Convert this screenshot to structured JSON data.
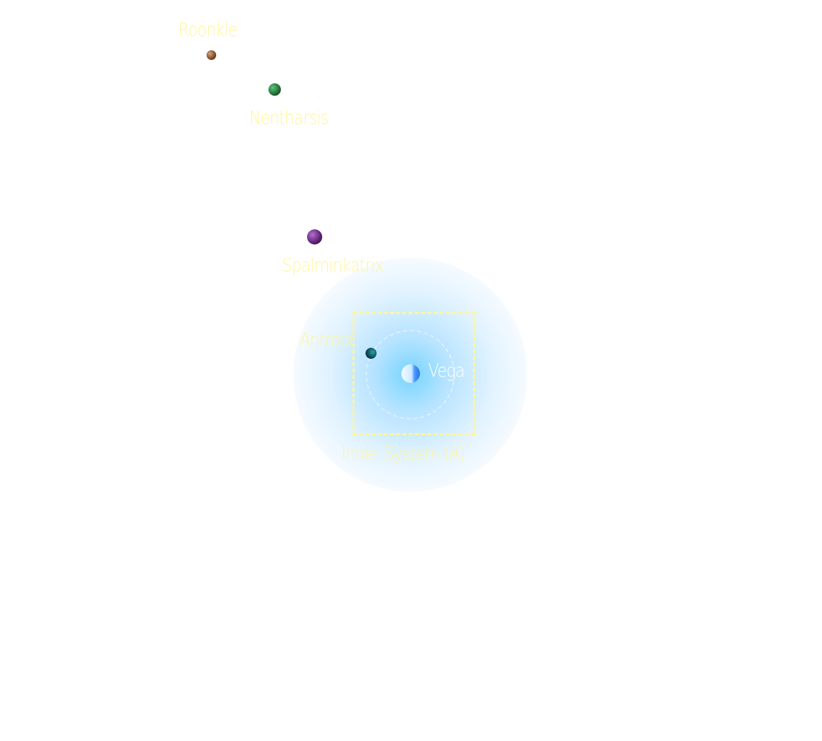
{
  "star": {
    "name": "Vega",
    "color": "#4a9cff"
  },
  "group": {
    "label": "Inner System (A)"
  },
  "planets": [
    {
      "name": "Roonkle",
      "color": "#8a5a3a"
    },
    {
      "name": "Nentharsis",
      "color": "#1f6a33"
    },
    {
      "name": "Spalminkatrix",
      "color": "#5a2070"
    },
    {
      "name": "Antrobi",
      "color": "#0e4a5a"
    }
  ],
  "label_color": "#fff59a"
}
